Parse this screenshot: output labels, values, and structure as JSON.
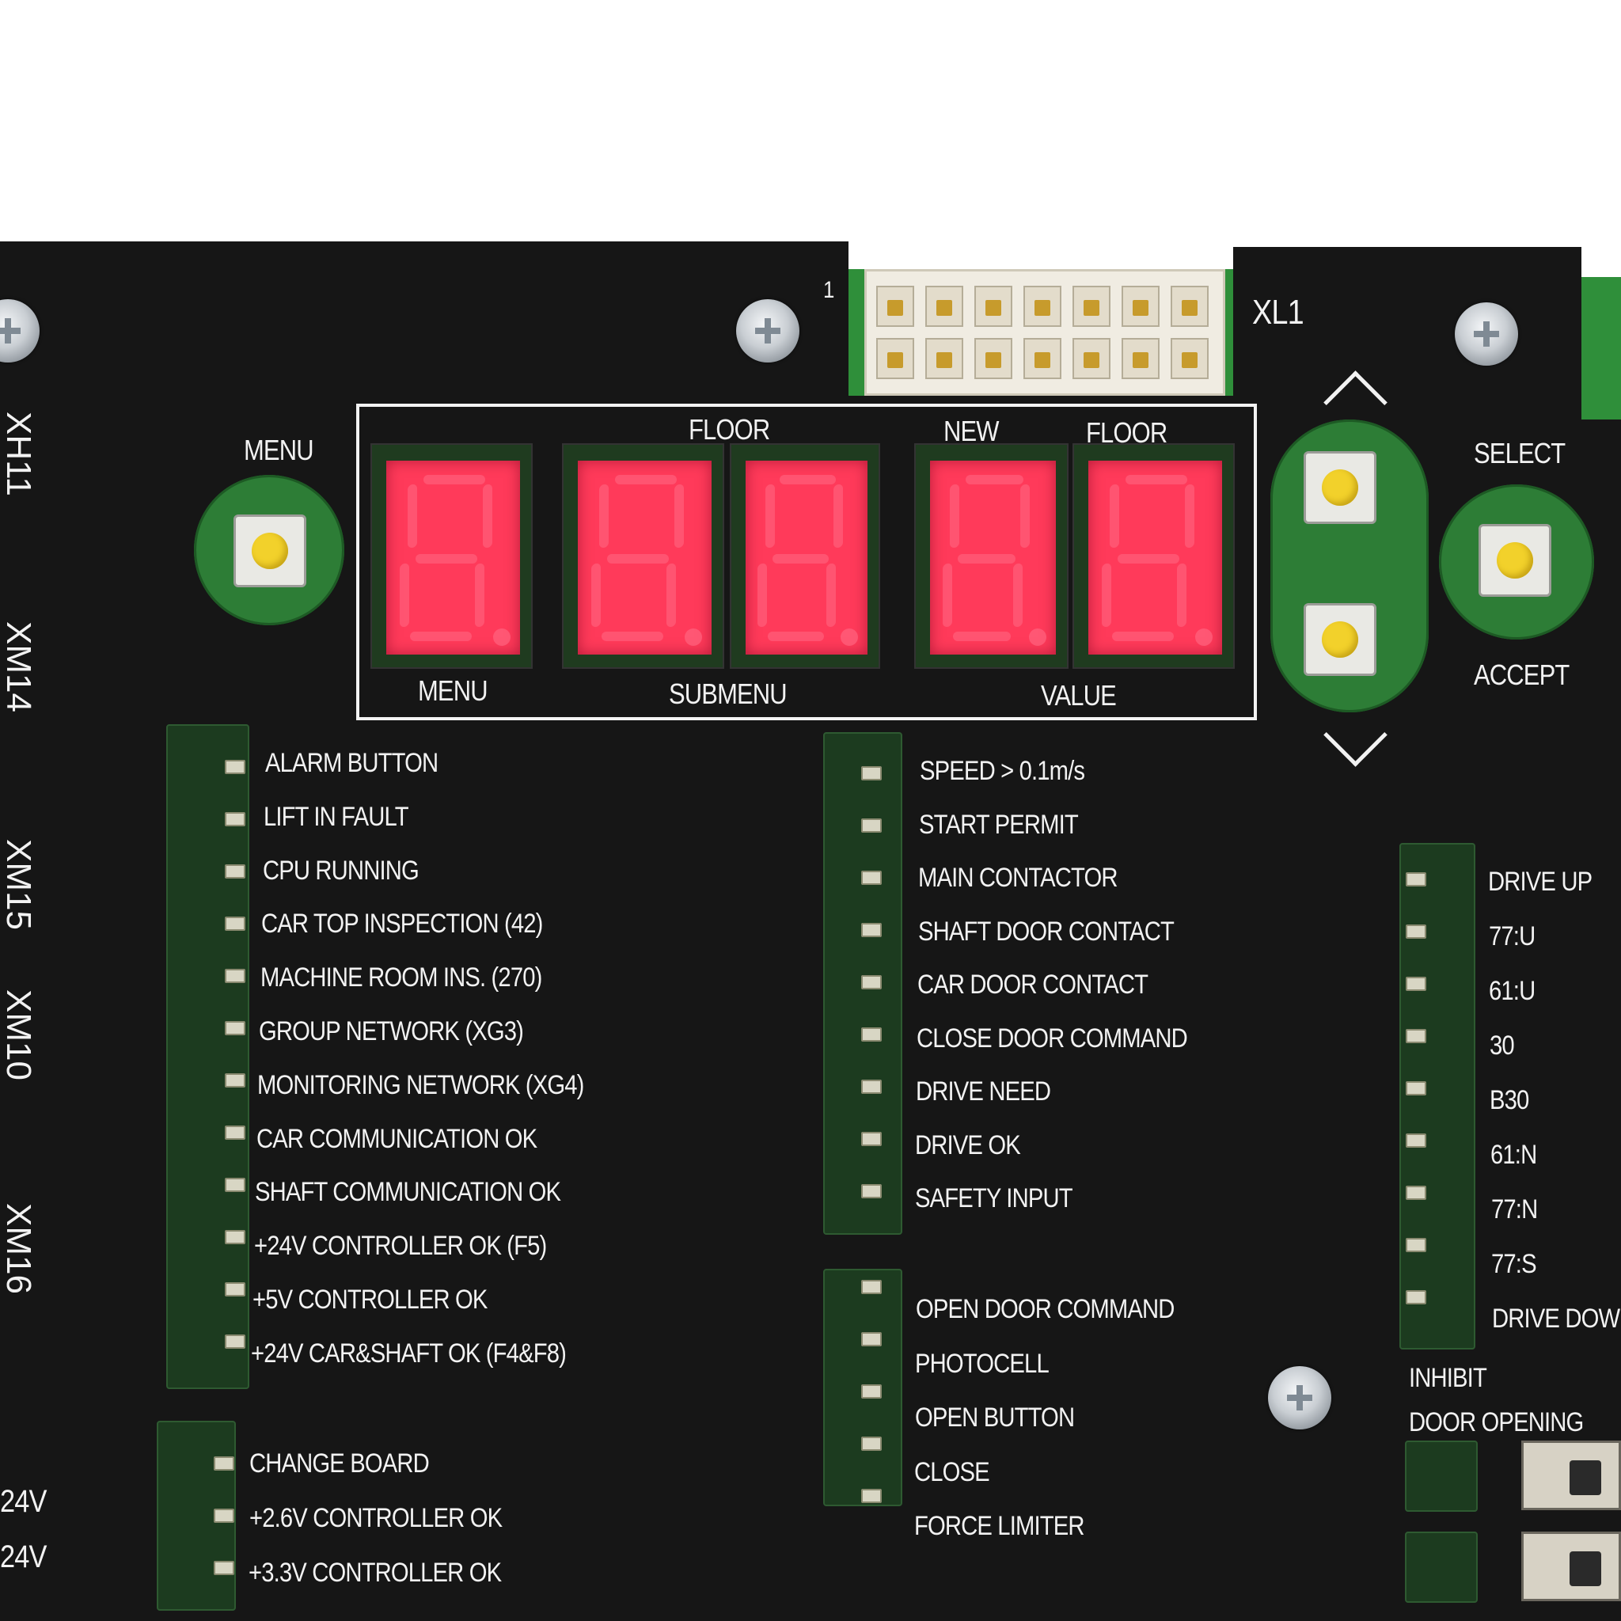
{
  "board": {
    "connector_label": "XL1",
    "connector_pin1": "1",
    "side_labels": [
      "XH11",
      "XM14",
      "XM15",
      "XM10",
      "XM16"
    ],
    "bottom_left_voltages": [
      "24V",
      "24V"
    ]
  },
  "display": {
    "top_labels": {
      "floor": "FLOOR",
      "new": "NEW",
      "new_floor": "FLOOR"
    },
    "bottom_labels": {
      "menu": "MENU",
      "submenu": "SUBMENU",
      "value": "VALUE"
    },
    "digits_shown": 5
  },
  "buttons": {
    "menu": "MENU",
    "select": "SELECT",
    "accept": "ACCEPT"
  },
  "status_left": [
    "ALARM BUTTON",
    "LIFT IN FAULT",
    "CPU RUNNING",
    "CAR TOP INSPECTION (42)",
    "MACHINE ROOM INS. (270)",
    "GROUP NETWORK (XG3)",
    "MONITORING NETWORK (XG4)",
    "CAR COMMUNICATION OK",
    "SHAFT COMMUNICATION OK",
    "+24V CONTROLLER OK (F5)",
    "+5V CONTROLLER OK",
    "+24V CAR&SHAFT OK (F4&F8)"
  ],
  "status_left_bottom": [
    "CHANGE BOARD",
    "+2.6V CONTROLLER OK",
    "+3.3V CONTROLLER OK"
  ],
  "status_middle": [
    "SPEED > 0.1m/s",
    "START PERMIT",
    "MAIN CONTACTOR",
    "SHAFT DOOR CONTACT",
    "CAR DOOR CONTACT",
    "CLOSE DOOR COMMAND",
    "DRIVE NEED",
    "DRIVE OK",
    "SAFETY INPUT"
  ],
  "status_middle_bottom": [
    "OPEN DOOR COMMAND",
    "PHOTOCELL",
    "OPEN BUTTON",
    "CLOSE",
    "FORCE LIMITER"
  ],
  "status_right": [
    "DRIVE UP",
    "77:U",
    "61:U",
    "30",
    "B30",
    "61:N",
    "77:N",
    "77:S",
    "DRIVE DOW"
  ],
  "door_switches": {
    "inhibit": "INHIBIT",
    "door_opening": "DOOR OPENING"
  },
  "colors": {
    "panel": "#161616",
    "led_display": "#ff3a5a",
    "pcb_green": "#2f8f3a",
    "button_cap": "#f2d12b"
  }
}
